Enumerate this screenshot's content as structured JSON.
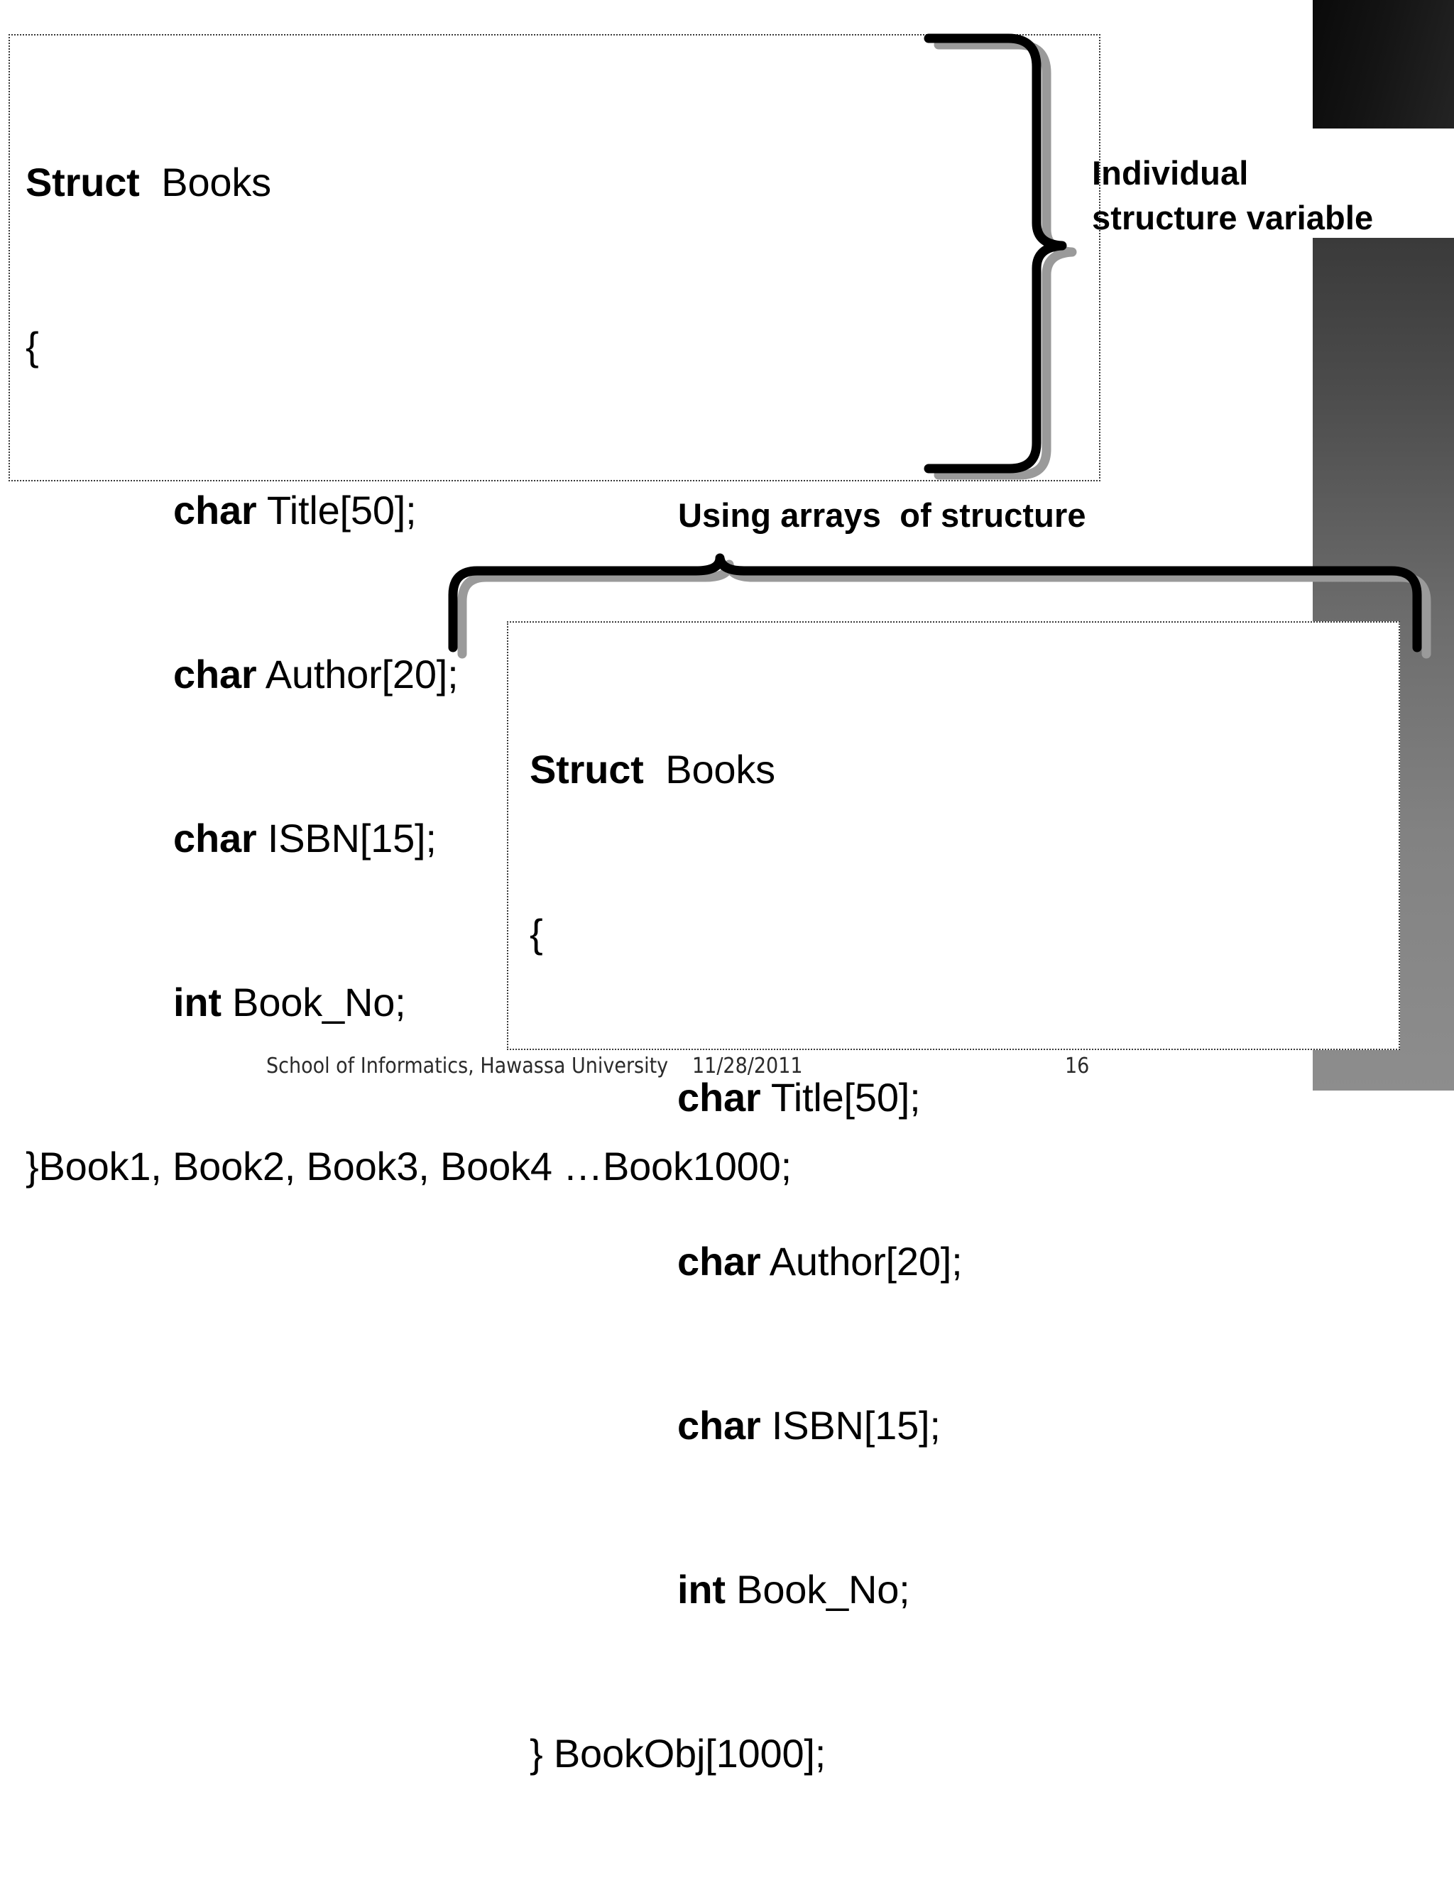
{
  "slide": {
    "code_block_1": {
      "name": "individual-structure-variables-code",
      "lines": [
        {
          "keyword": "Struct",
          "rest": "  Books",
          "indent": false
        },
        {
          "keyword": "",
          "rest": "{",
          "indent": false
        },
        {
          "keyword": "char",
          "rest": " Title[50];",
          "indent": true
        },
        {
          "keyword": "char",
          "rest": " Author[20];",
          "indent": true
        },
        {
          "keyword": "char",
          "rest": " ISBN[15];",
          "indent": true
        },
        {
          "keyword": "int",
          "rest": " Book_No;",
          "indent": true
        },
        {
          "keyword": "",
          "rest": "}Book1, Book2, Book3, Book4 …Book1000;",
          "indent": false
        }
      ]
    },
    "code_block_2": {
      "name": "array-of-structure-code",
      "lines": [
        {
          "keyword": "Struct",
          "rest": "  Books",
          "indent": false
        },
        {
          "keyword": "",
          "rest": "{",
          "indent": false
        },
        {
          "keyword": "char",
          "rest": " Title[50];",
          "indent": true
        },
        {
          "keyword": "char",
          "rest": " Author[20];",
          "indent": true
        },
        {
          "keyword": "char",
          "rest": " ISBN[15];",
          "indent": true
        },
        {
          "keyword": "int",
          "rest": " Book_No;",
          "indent": true
        },
        {
          "keyword": "",
          "rest": "} BookObj[1000];",
          "indent": false
        }
      ]
    },
    "labels": {
      "individual": "Individual\nstructure variable",
      "arrays": "Using arrays  of structure"
    },
    "footer": {
      "school": "School of Informatics, Hawassa University",
      "date": "11/28/2011",
      "page": "16"
    },
    "colors": {
      "brace_stroke": "#000000",
      "brace_shadow": "#9a9a9a",
      "box_border": "#3a3a3a",
      "background": "#ffffff",
      "deco_dark": "#111111",
      "deco_grey": "#808080"
    }
  }
}
